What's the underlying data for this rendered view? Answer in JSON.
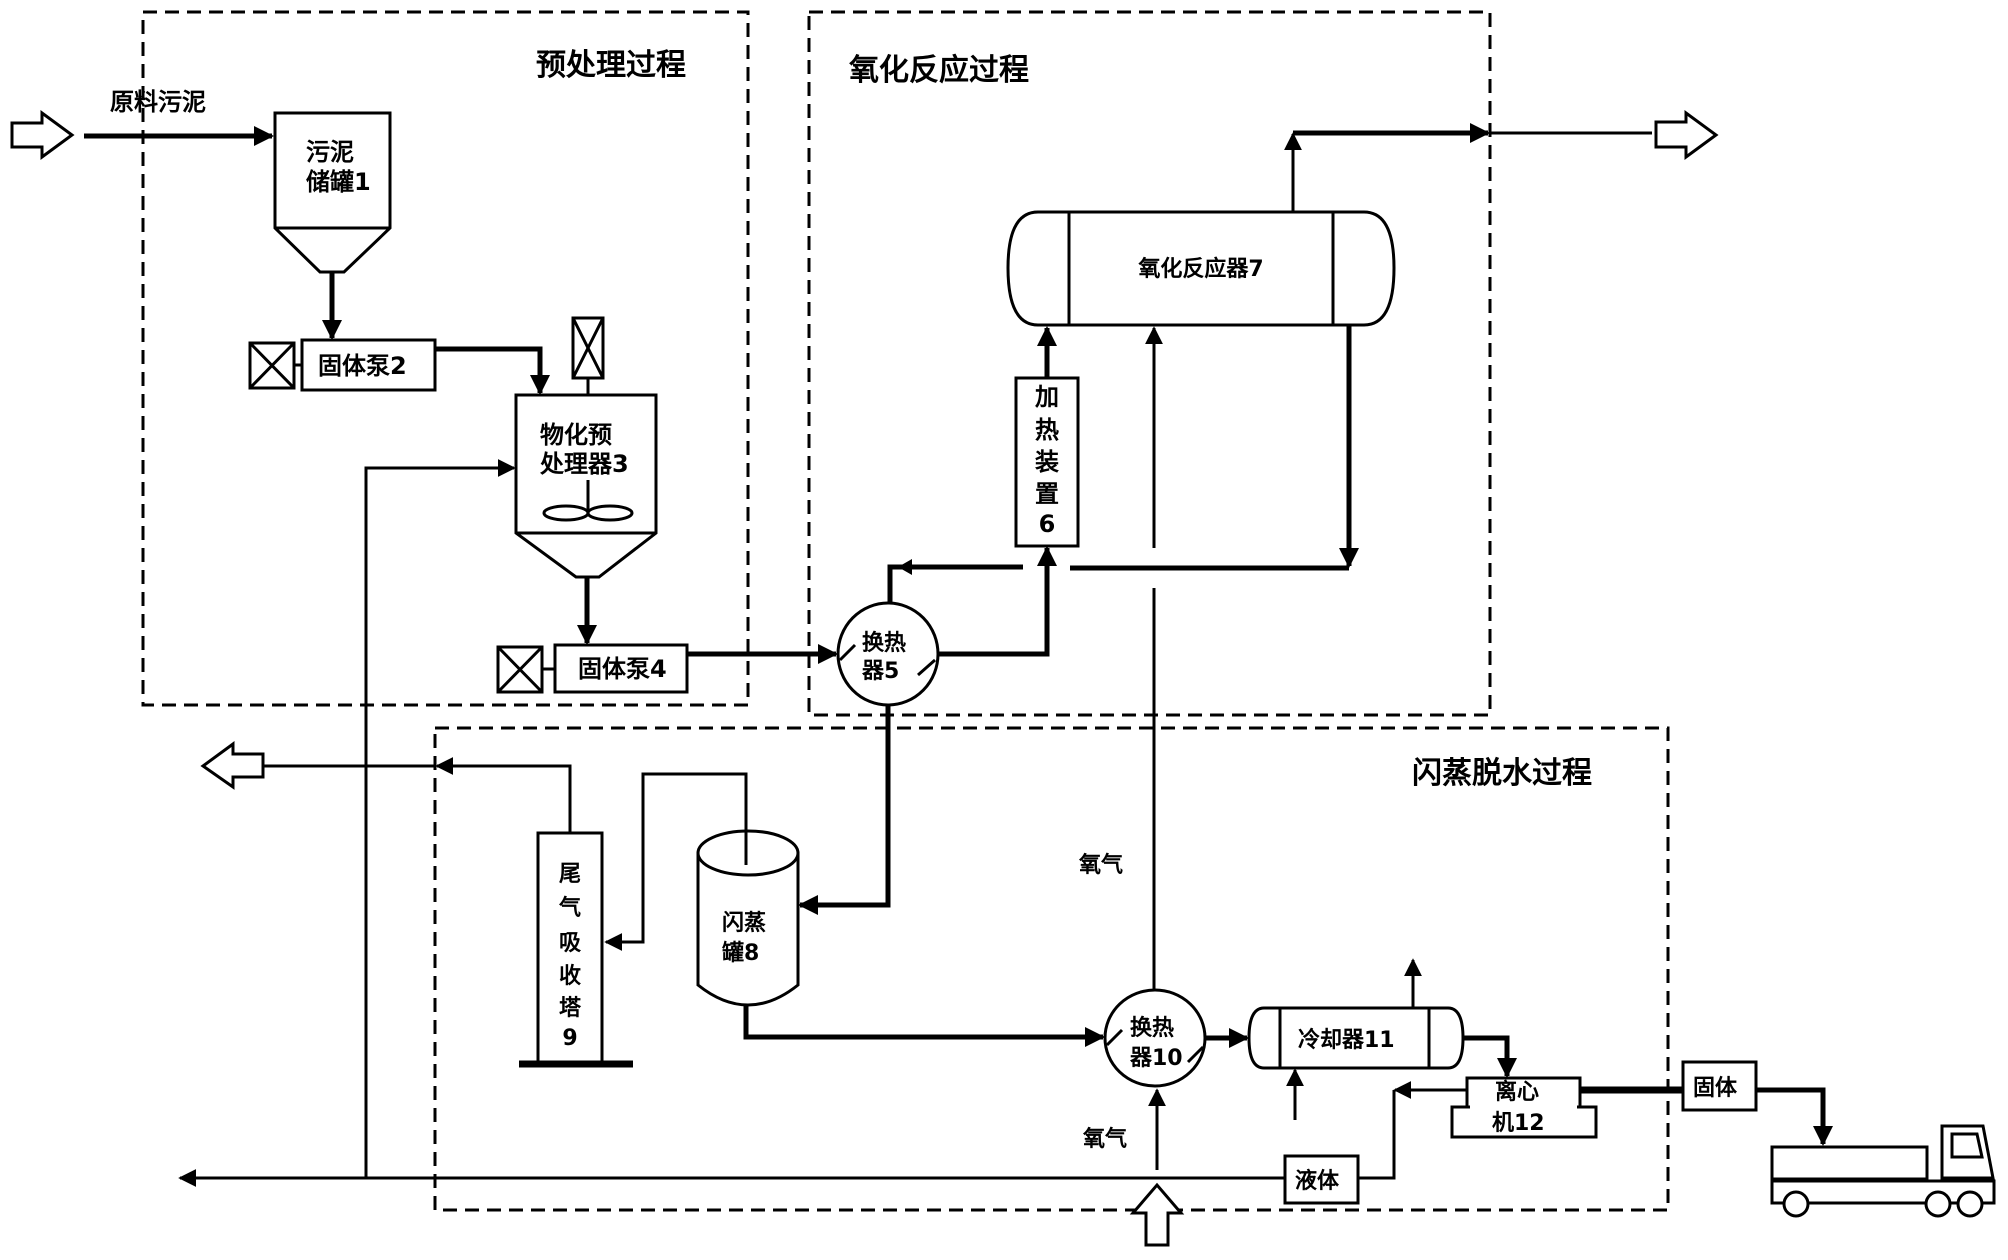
{
  "diagram": {
    "type": "process-flow",
    "sections": {
      "pretreatment": "预处理过程",
      "oxidation": "氧化反应过程",
      "flash": "闪蒸脱水过程"
    },
    "streams": {
      "feed": "原料污泥",
      "oxygen_upper": "氧气",
      "oxygen_lower": "氧气",
      "liquid": "液体",
      "solid": "固体"
    },
    "equipment": {
      "tank1": [
        "污泥",
        "储罐1"
      ],
      "pump2": "固体泵2",
      "pretreater3": [
        "物化预",
        "处理器3"
      ],
      "pump4": "固体泵4",
      "hx5": [
        "换热",
        "器5"
      ],
      "heater6": [
        "加",
        "热",
        "装",
        "置",
        "6"
      ],
      "reactor7": "氧化反应器7",
      "flash8": [
        "闪蒸",
        "罐8"
      ],
      "tower9": [
        "尾",
        "气",
        "吸",
        "收",
        "塔",
        "9"
      ],
      "hx10": [
        "换热",
        "器10"
      ],
      "cooler11": "冷却器11",
      "centrifuge12": [
        "离心",
        "机12"
      ]
    }
  }
}
